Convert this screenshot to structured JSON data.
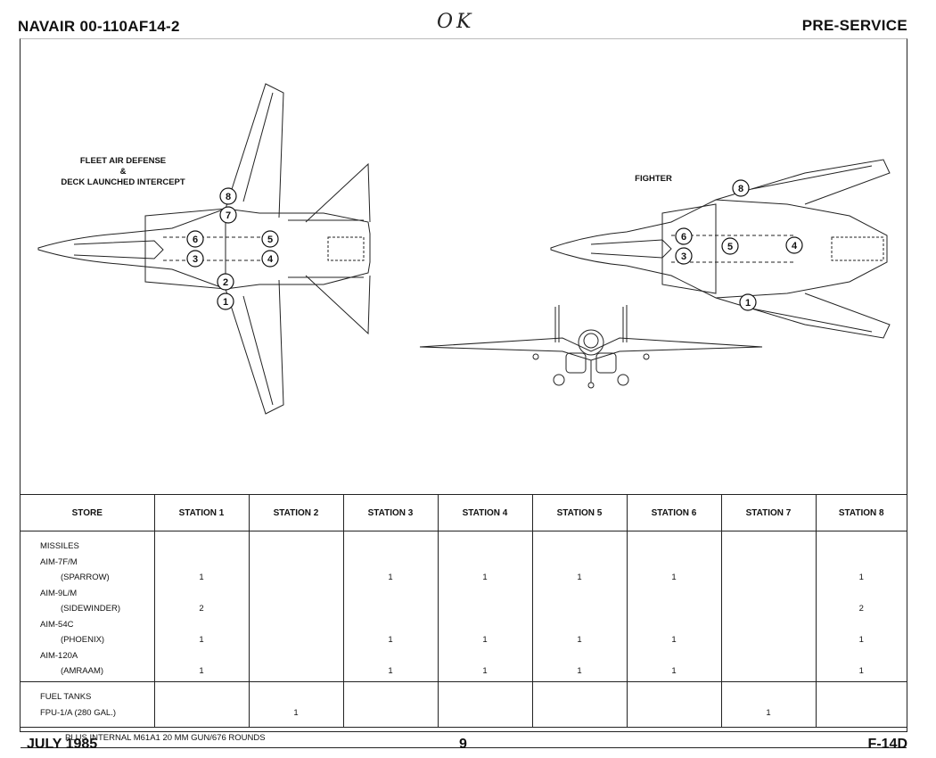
{
  "header": {
    "doc_id": "NAVAIR 00-110AF14-2",
    "section": "PRE-SERVICE",
    "handwritten": "OK"
  },
  "drawing": {
    "left_config": [
      "FLEET AIR DEFENSE",
      "&",
      "DECK LAUNCHED INTERCEPT"
    ],
    "right_config": "FIGHTER",
    "station_numbers": [
      "1",
      "2",
      "3",
      "4",
      "5",
      "6",
      "7",
      "8"
    ]
  },
  "table": {
    "headers": [
      "STORE",
      "STATION 1",
      "STATION 2",
      "STATION 3",
      "STATION 4",
      "STATION 5",
      "STATION 6",
      "STATION 7",
      "STATION 8"
    ],
    "missiles": {
      "group": "MISSILES",
      "lines": [
        {
          "label": "AIM-7F/M",
          "indent": 1,
          "values": [
            "",
            "",
            "",
            "",
            "",
            "",
            "",
            ""
          ]
        },
        {
          "label": "(SPARROW)",
          "indent": 2,
          "values": [
            "1",
            "",
            "1",
            "1",
            "1",
            "1",
            "",
            "1"
          ]
        },
        {
          "label": "AIM-9L/M",
          "indent": 1,
          "values": [
            "",
            "",
            "",
            "",
            "",
            "",
            "",
            ""
          ]
        },
        {
          "label": "(SIDEWINDER)",
          "indent": 2,
          "values": [
            "2",
            "",
            "",
            "",
            "",
            "",
            "",
            "2"
          ]
        },
        {
          "label": "AIM-54C",
          "indent": 1,
          "values": [
            "",
            "",
            "",
            "",
            "",
            "",
            "",
            ""
          ]
        },
        {
          "label": "(PHOENIX)",
          "indent": 2,
          "values": [
            "1",
            "",
            "1",
            "1",
            "1",
            "1",
            "",
            "1"
          ]
        },
        {
          "label": "AIM-120A",
          "indent": 1,
          "values": [
            "",
            "",
            "",
            "",
            "",
            "",
            "",
            ""
          ]
        },
        {
          "label": "(AMRAAM)",
          "indent": 2,
          "values": [
            "1",
            "",
            "1",
            "1",
            "1",
            "1",
            "",
            "1"
          ]
        }
      ]
    },
    "tanks": {
      "group": "FUEL TANKS",
      "lines": [
        {
          "label": "FPU-1/A (280 GAL.)",
          "indent": 1,
          "values": [
            "",
            "1",
            "",
            "",
            "",
            "",
            "1",
            ""
          ]
        }
      ]
    },
    "note": "PLUS INTERNAL M61A1 20 MM GUN/676 ROUNDS"
  },
  "footer": {
    "date": "JULY 1985",
    "page": "9",
    "model": "F-14D"
  }
}
